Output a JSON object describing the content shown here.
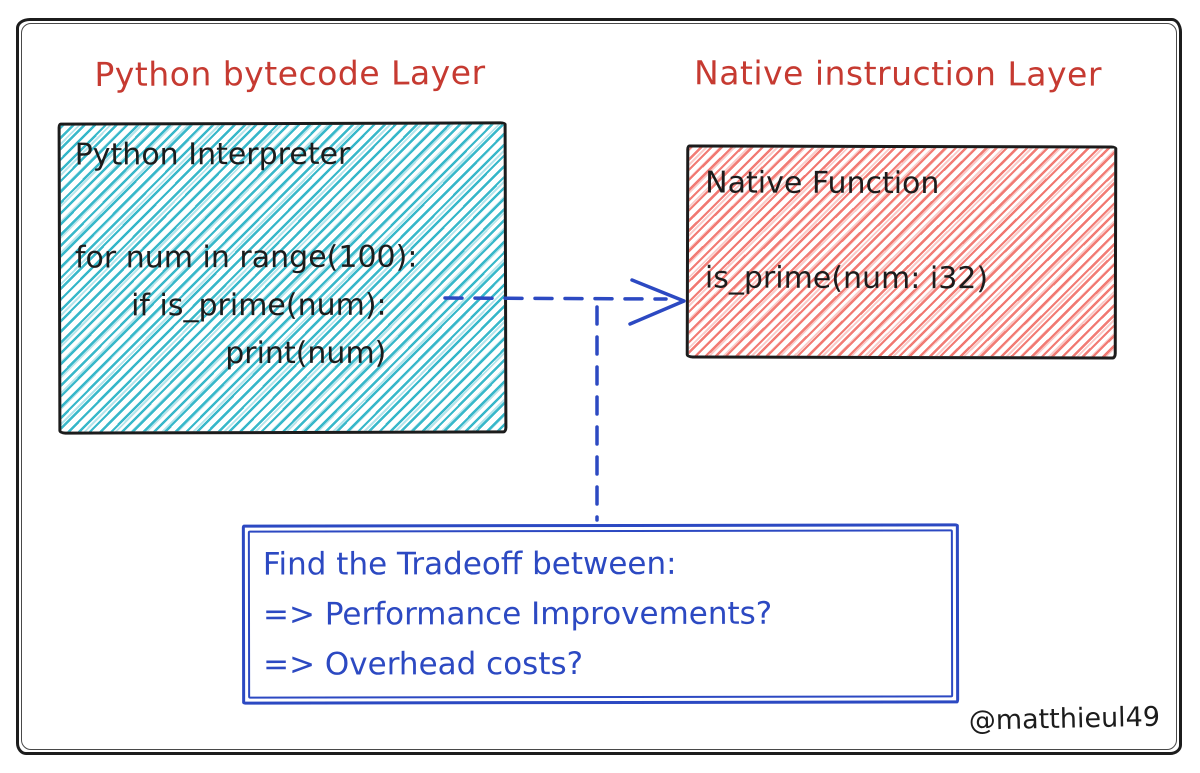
{
  "headers": {
    "left": "Python bytecode Layer",
    "right": "Native instruction Layer"
  },
  "interpreter_box": {
    "title": "Python Interpreter",
    "code": [
      "for num in range(100):",
      "if is_prime(num):",
      "print(num)"
    ]
  },
  "native_box": {
    "title": "Native Function",
    "code": "is_prime(num: i32)"
  },
  "tradeoff_box": {
    "lines": [
      "Find the Tradeoff between:",
      "=> Performance Improvements?",
      "=> Overhead costs?"
    ]
  },
  "signature": "@matthieul49",
  "colors": {
    "title_red": "#c63a31",
    "teal_hatch": "#2eb4c7",
    "red_hatch": "#f06e66",
    "blue_accent": "#2c49c2",
    "ink": "#1c1c1c"
  }
}
